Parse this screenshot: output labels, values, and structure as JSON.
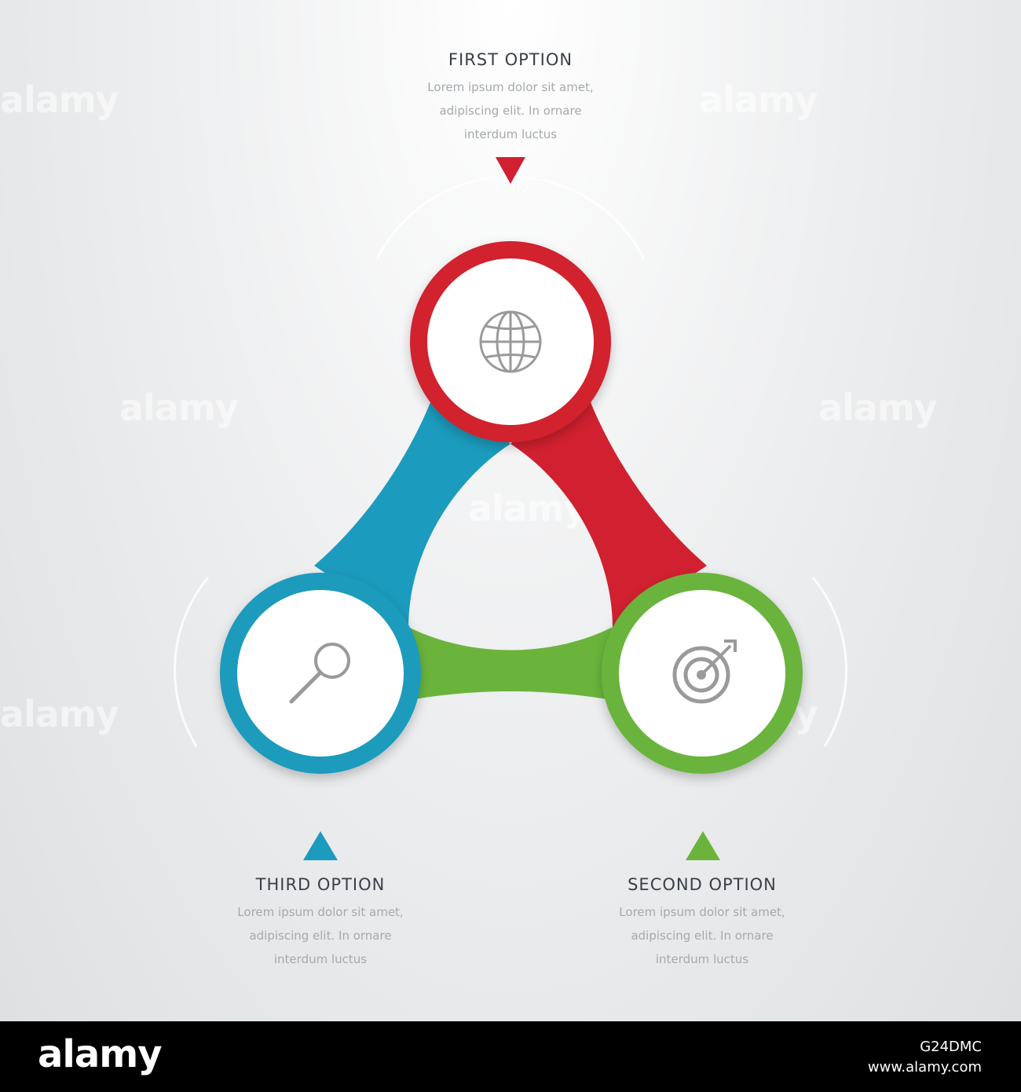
{
  "options": [
    {
      "title": "FIRST OPTION",
      "desc": [
        "Lorem ipsum dolor sit amet,",
        "adipiscing elit. In ornare",
        "interdum luctus"
      ],
      "color": "#d1202f",
      "icon": "globe-icon"
    },
    {
      "title": "SECOND OPTION",
      "desc": [
        "Lorem ipsum dolor sit amet,",
        "adipiscing elit. In ornare",
        "interdum luctus"
      ],
      "color": "#6ab43c",
      "icon": "target-icon"
    },
    {
      "title": "THIRD OPTION",
      "desc": [
        "Lorem ipsum dolor sit amet,",
        "adipiscing elit. In ornare",
        "interdum luctus"
      ],
      "color": "#1b9bbd",
      "icon": "magnifier-icon"
    }
  ],
  "watermark": "alamy",
  "footer": {
    "logo": "alamy",
    "image_id": "G24DMC",
    "url": "www.alamy.com"
  }
}
